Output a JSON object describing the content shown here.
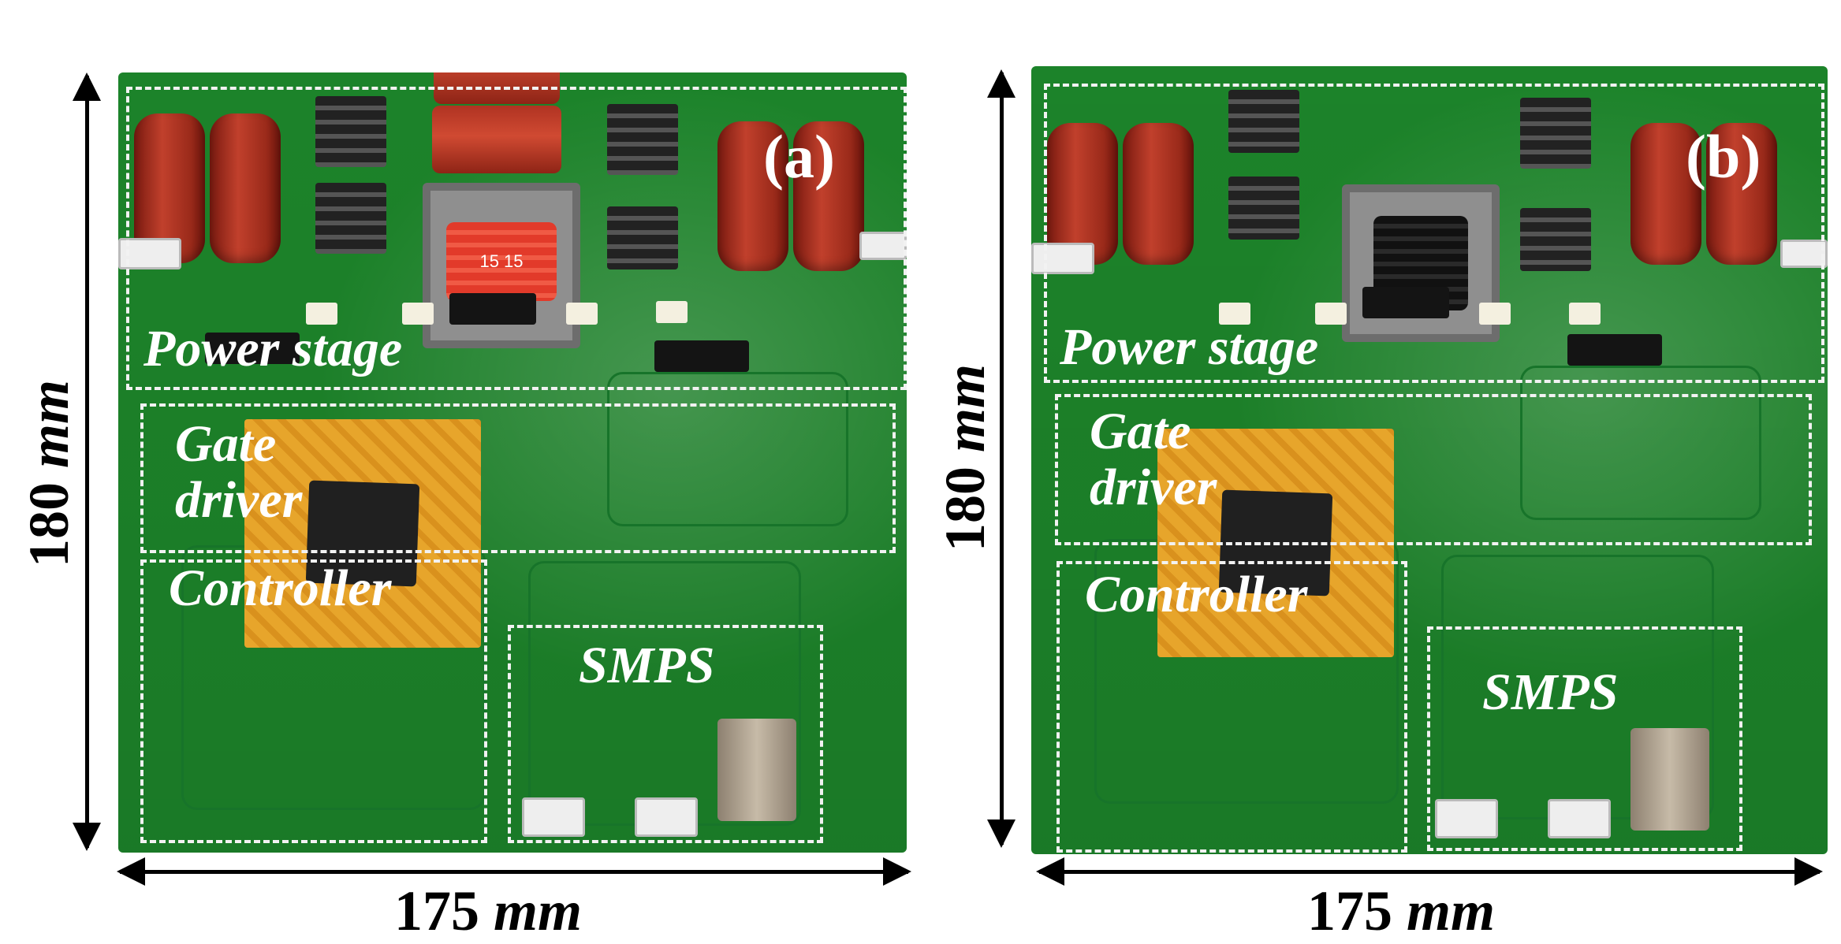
{
  "panels": [
    {
      "tag": "(a)",
      "regions": {
        "power_stage": "Power stage",
        "gate_driver": "Gate\ndriver",
        "controller": "Controller",
        "smps": "SMPS"
      },
      "width_number": "175",
      "width_unit": "mm",
      "height_number": "180",
      "height_unit": "mm",
      "coil_label": "15 15"
    },
    {
      "tag": "(b)",
      "regions": {
        "power_stage": "Power stage",
        "gate_driver": "Gate\ndriver",
        "controller": "Controller",
        "smps": "SMPS"
      },
      "width_number": "175",
      "width_unit": "mm",
      "height_number": "180",
      "height_unit": "mm"
    }
  ],
  "colors": {
    "pcb": "#1e8a2c",
    "capacitor": "#c1402c",
    "dashed_box": "#f2f2f2",
    "controller_board": "#e7a52b"
  }
}
